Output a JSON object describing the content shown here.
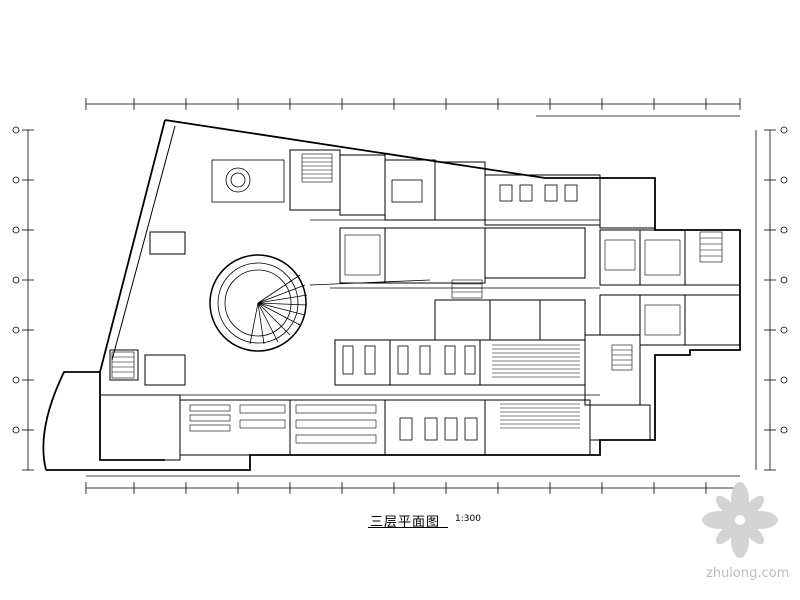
{
  "drawing": {
    "title": "三层平面图",
    "scale": "1:300"
  },
  "watermark": {
    "text": "zhulong.com"
  }
}
